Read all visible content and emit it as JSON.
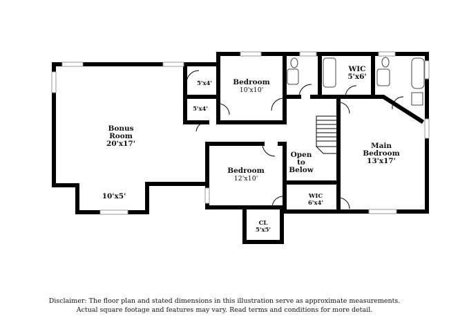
{
  "rooms": {
    "bonus": {
      "name": "Bonus Room",
      "name_line1": "Bonus",
      "name_line2": "Room",
      "dims": "20'x17'"
    },
    "bonus_alcove": {
      "dims": "10'x5'"
    },
    "closet_upper": {
      "dims": "5'x4'"
    },
    "closet_lower": {
      "dims": "5'x4'"
    },
    "bedroom_top": {
      "name": "Bedroom",
      "dims": "10'x10'"
    },
    "bedroom_mid": {
      "name": "Bedroom",
      "dims": "12'x10'"
    },
    "wic_top": {
      "name": "WIC",
      "dims": "5'x6'"
    },
    "main_bedroom": {
      "name": "Main Bedroom",
      "name_line1": "Main",
      "name_line2": "Bedroom",
      "dims": "13'x17'"
    },
    "open_to_below": {
      "line1": "Open",
      "line2": "to",
      "line3": "Below"
    },
    "wic_bottom": {
      "name": "WIC",
      "dims": "6'x4'"
    },
    "closet_cl": {
      "name": "CL",
      "dims": "5'x5'"
    }
  },
  "disclaimer": {
    "line1": "Disclaimer: The floor plan and stated dimensions in this illustration serve as approximate measurements.",
    "line2": "Actual square footage and features may vary. Read terms and conditions for more detail."
  },
  "colors": {
    "wall": "#000000",
    "window": "#bcbcbc",
    "fixture": "#555555"
  }
}
